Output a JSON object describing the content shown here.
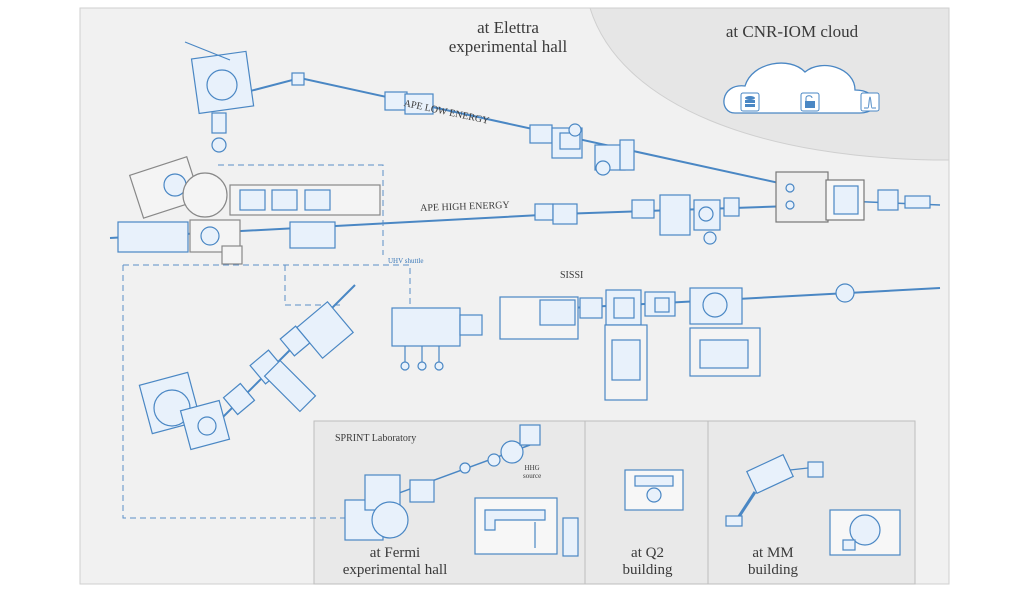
{
  "labels": {
    "elettra_hall": "at Elettra\nexperimental hall",
    "cnr_cloud": "at CNR-IOM cloud",
    "ape_low": "APE LOW ENERGY",
    "ape_high": "APE HIGH ENERGY",
    "uhv_shuttle": "UHV shuttle",
    "sissi": "SISSI",
    "sprint_lab": "SPRINT Laboratory",
    "hhg_source": "HHG\nsource",
    "fermi_hall": "at Fermi\nexperimental hall",
    "q2_building": "at Q2\nbuilding",
    "mm_building": "at MM\nbuilding"
  },
  "icons": {
    "cloud_storage": "database-icon",
    "cloud_access": "unlock-icon",
    "cloud_analysis": "peak-spectrum-icon"
  },
  "colors": {
    "line": "#4a87c4",
    "panel_bg": "#f1f1f1",
    "cloud_region": "#e6e6e6",
    "building_box": "#e9e9e9",
    "device_fill": "#e8f1fb",
    "text": "#3a3a3a"
  }
}
